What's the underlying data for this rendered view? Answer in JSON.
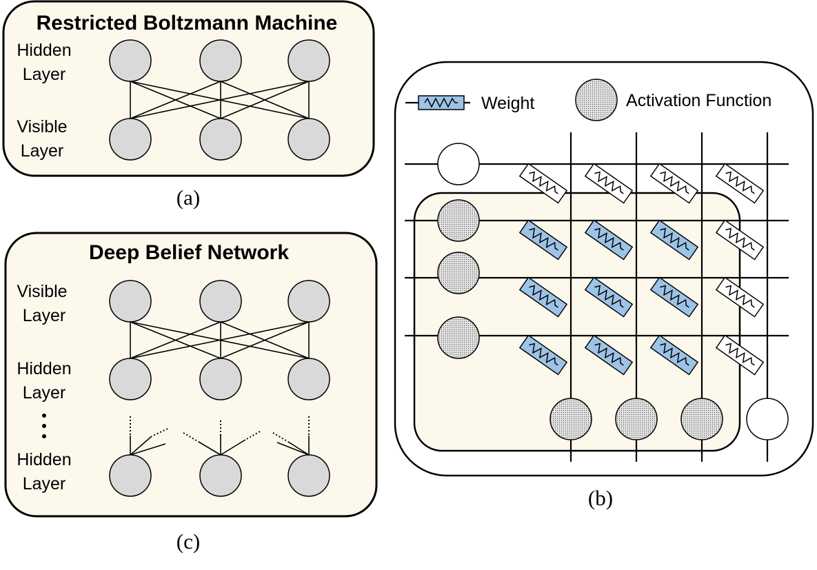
{
  "panel_a": {
    "title": "Restricted Boltzmann Machine",
    "hidden_label": [
      "Hidden",
      "Layer"
    ],
    "visible_label": [
      "Visible",
      "Layer"
    ],
    "caption": "(a)"
  },
  "panel_c": {
    "title": "Deep Belief Network",
    "visible_label": [
      "Visible",
      "Layer"
    ],
    "hidden_label_1": [
      "Hidden",
      "Layer"
    ],
    "hidden_label_2": [
      "Hidden",
      "Layer"
    ],
    "ellipsis": "⋮",
    "caption": "(c)"
  },
  "panel_b": {
    "legend_weight": "Weight",
    "legend_activation": "Activation Function",
    "caption": "(b)",
    "weight_grid": [
      [
        "white",
        "white",
        "white",
        "white"
      ],
      [
        "blue",
        "blue",
        "blue",
        "white"
      ],
      [
        "blue",
        "blue",
        "blue",
        "white"
      ],
      [
        "blue",
        "blue",
        "blue",
        "white"
      ]
    ]
  },
  "colors": {
    "panel_fill": "#fdf8ec",
    "node_fill": "#d9d9d9",
    "weight_blue": "#9dc3e6"
  }
}
